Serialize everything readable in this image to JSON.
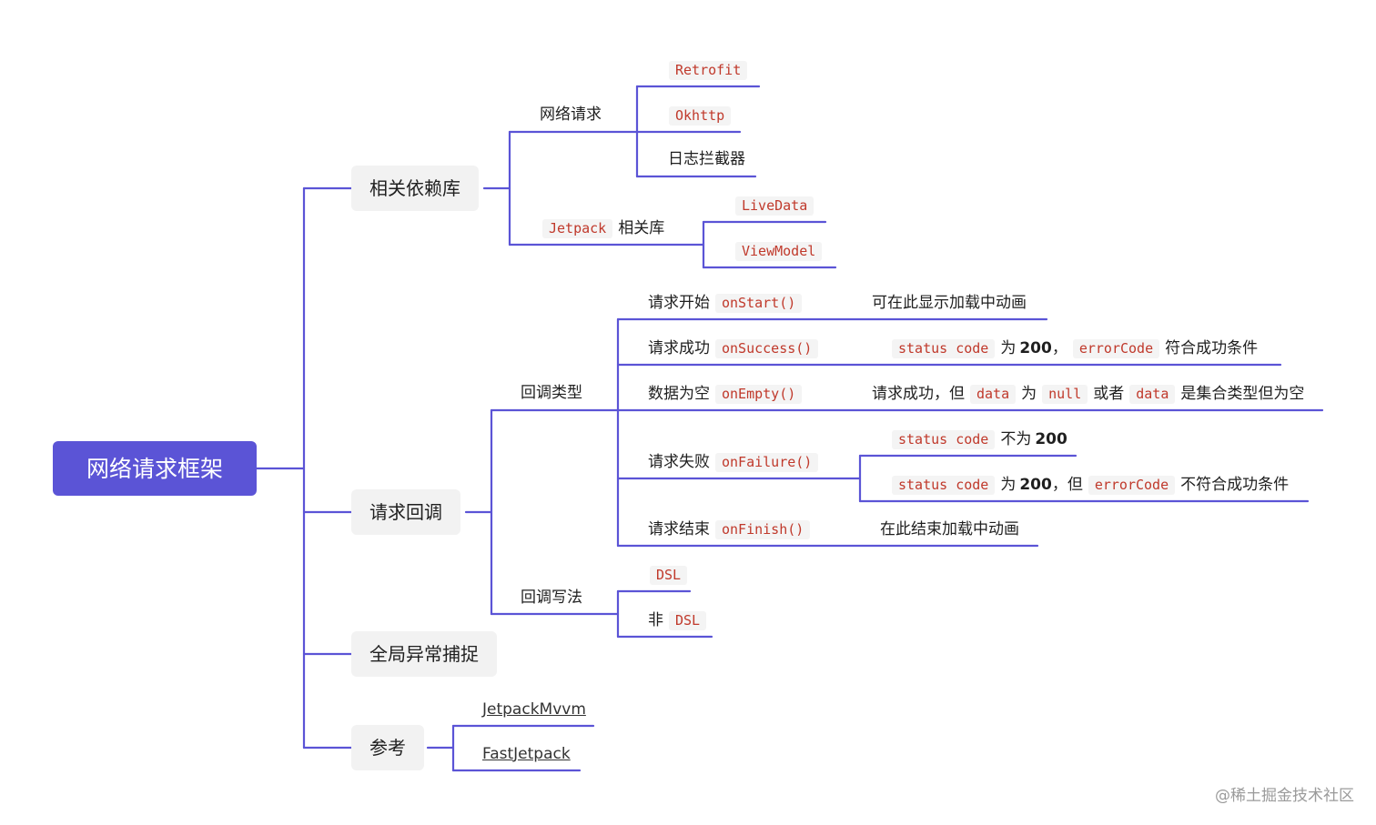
{
  "colors": {
    "accent": "#5b54d6",
    "code_text": "#c0392b",
    "code_bg": "#f4f4f4",
    "node_bg": "#f2f2f2"
  },
  "root": {
    "label": "网络请求框架"
  },
  "deps": {
    "label": "相关依赖库",
    "net": {
      "label": "网络请求",
      "items": [
        "Retrofit",
        "Okhttp",
        "日志拦截器"
      ]
    },
    "jetpack": {
      "code": "Jetpack",
      "label": "相关库",
      "items": [
        "LiveData",
        "ViewModel"
      ]
    }
  },
  "callback": {
    "label": "请求回调",
    "types": {
      "label": "回调类型",
      "start": {
        "label": "请求开始",
        "code": "onStart()",
        "note": "可在此显示加载中动画"
      },
      "success": {
        "label": "请求成功",
        "code": "onSuccess()",
        "note": {
          "code1": "status code",
          "t1": "为",
          "num": "200",
          "sep": "，",
          "code2": "errorCode",
          "t2": "符合成功条件"
        }
      },
      "empty": {
        "label": "数据为空",
        "code": "onEmpty()",
        "note": {
          "t1": "请求成功，但",
          "c1": "data",
          "t2": "为",
          "c2": "null",
          "t3": "或者",
          "c3": "data",
          "t4": "是集合类型但为空"
        }
      },
      "failure": {
        "label": "请求失败",
        "code": "onFailure()",
        "case1": {
          "code": "status code",
          "t1": "不为",
          "num": "200"
        },
        "case2": {
          "code1": "status code",
          "t1": "为",
          "num": "200",
          "t2": "，但",
          "code2": "errorCode",
          "t3": "不符合成功条件"
        }
      },
      "finish": {
        "label": "请求结束",
        "code": "onFinish()",
        "note": "在此结束加载中动画"
      }
    },
    "style": {
      "label": "回调写法",
      "dsl": "DSL",
      "non_prefix": "非",
      "non_code": "DSL"
    }
  },
  "global": {
    "label": "全局异常捕捉"
  },
  "refs": {
    "label": "参考",
    "links": [
      "JetpackMvvm",
      "FastJetpack"
    ]
  },
  "watermark": "@稀土掘金技术社区"
}
